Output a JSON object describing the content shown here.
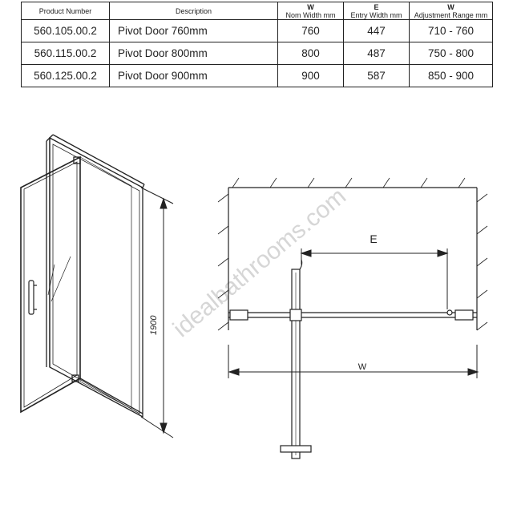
{
  "table": {
    "headers": [
      {
        "symbol": "",
        "label": "Product Number"
      },
      {
        "symbol": "",
        "label": "Description"
      },
      {
        "symbol": "W",
        "label": "Nom Width mm"
      },
      {
        "symbol": "E",
        "label": "Entry Width mm"
      },
      {
        "symbol": "W",
        "label": "Adjustment Range mm"
      }
    ],
    "rows": [
      {
        "product": "560.105.00.2",
        "description": "Pivot Door  760mm",
        "width": "760",
        "entry": "447",
        "range": "710 - 760"
      },
      {
        "product": "560.115.00.2",
        "description": "Pivot Door  800mm",
        "width": "800",
        "entry": "487",
        "range": "750 - 800"
      },
      {
        "product": "560.125.00.2",
        "description": "Pivot Door  900mm",
        "width": "900",
        "entry": "587",
        "range": "850 - 900"
      }
    ]
  },
  "drawing": {
    "height_label": "1900",
    "entry_label": "E",
    "width_label": "W",
    "watermark": "idealbathrooms.com",
    "line_color": "#222222",
    "watermark_color": "#d6d6d6"
  }
}
